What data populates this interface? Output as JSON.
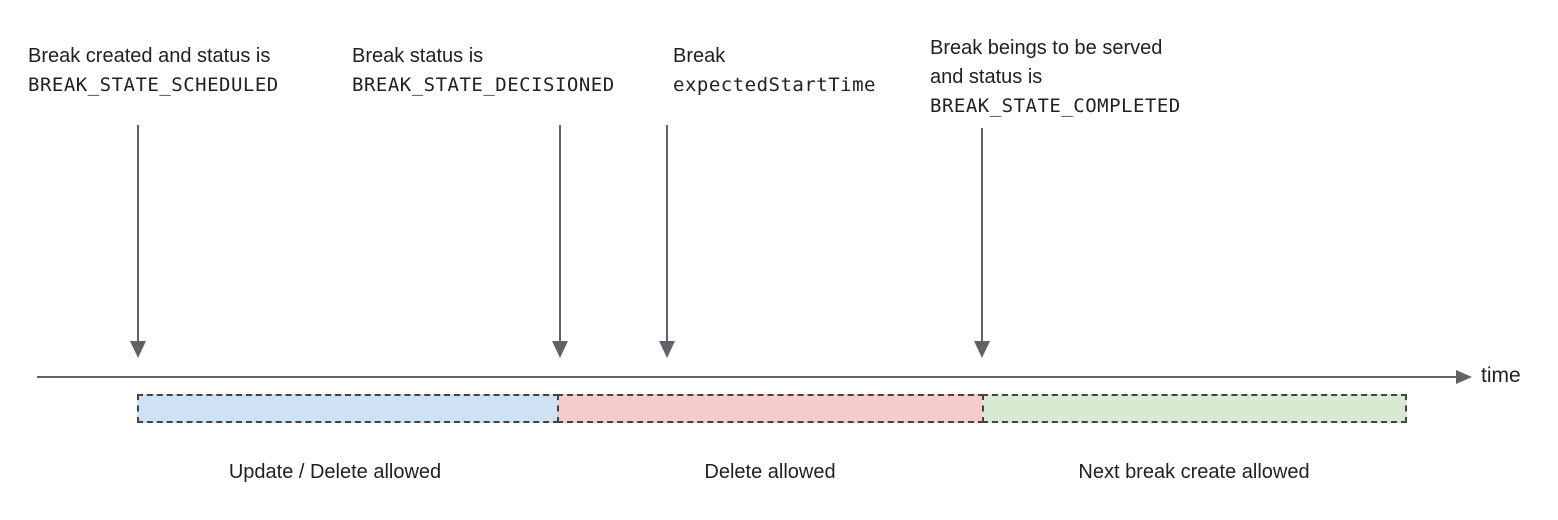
{
  "diagram": {
    "annotations": [
      {
        "line1": "Break created and status is",
        "line2": "BREAK_STATE_SCHEDULED"
      },
      {
        "line1": "Break status is",
        "line2": "BREAK_STATE_DECISIONED"
      },
      {
        "line1": "Break",
        "line2": "expectedStartTime"
      },
      {
        "line1": "Break beings to be served",
        "line2": "and status is",
        "line3": "BREAK_STATE_COMPLETED"
      }
    ],
    "timeline": {
      "label": "time"
    },
    "segments": [
      {
        "label": "Update / Delete allowed",
        "color": "#cfe2f3"
      },
      {
        "label": "Delete allowed",
        "color": "#f4cccc"
      },
      {
        "label": "Next break create allowed",
        "color": "#d9ead3"
      }
    ],
    "colors": {
      "line": "#5f6368",
      "dash_border": "#434343",
      "text": "#202124"
    }
  }
}
